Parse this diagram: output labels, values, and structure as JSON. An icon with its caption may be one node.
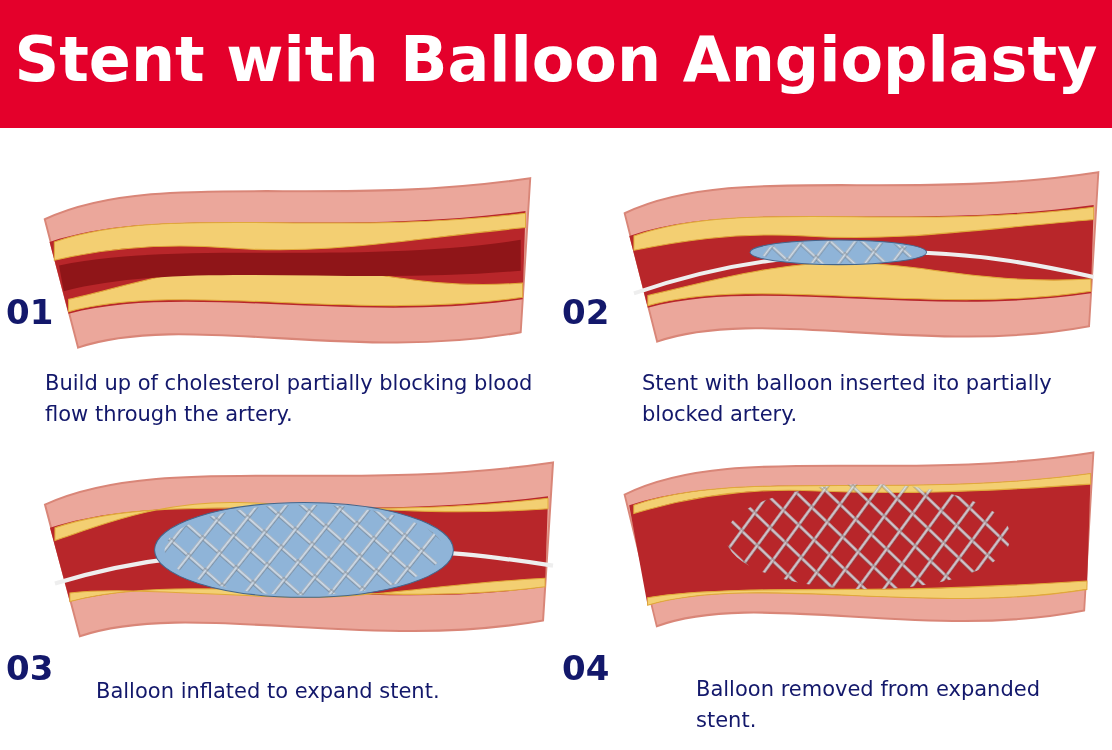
{
  "diagram": {
    "title": "Stent with Balloon Angioplasty",
    "labels": [
      "01",
      "02",
      "Build up of cholesterol partially blocking blood flow through the artery.",
      "Stent with balloon inserted ito partially blocked artery.",
      "03",
      "04",
      "Balloon inflated to expand stent.",
      "Balloon removed from expanded stent."
    ]
  }
}
